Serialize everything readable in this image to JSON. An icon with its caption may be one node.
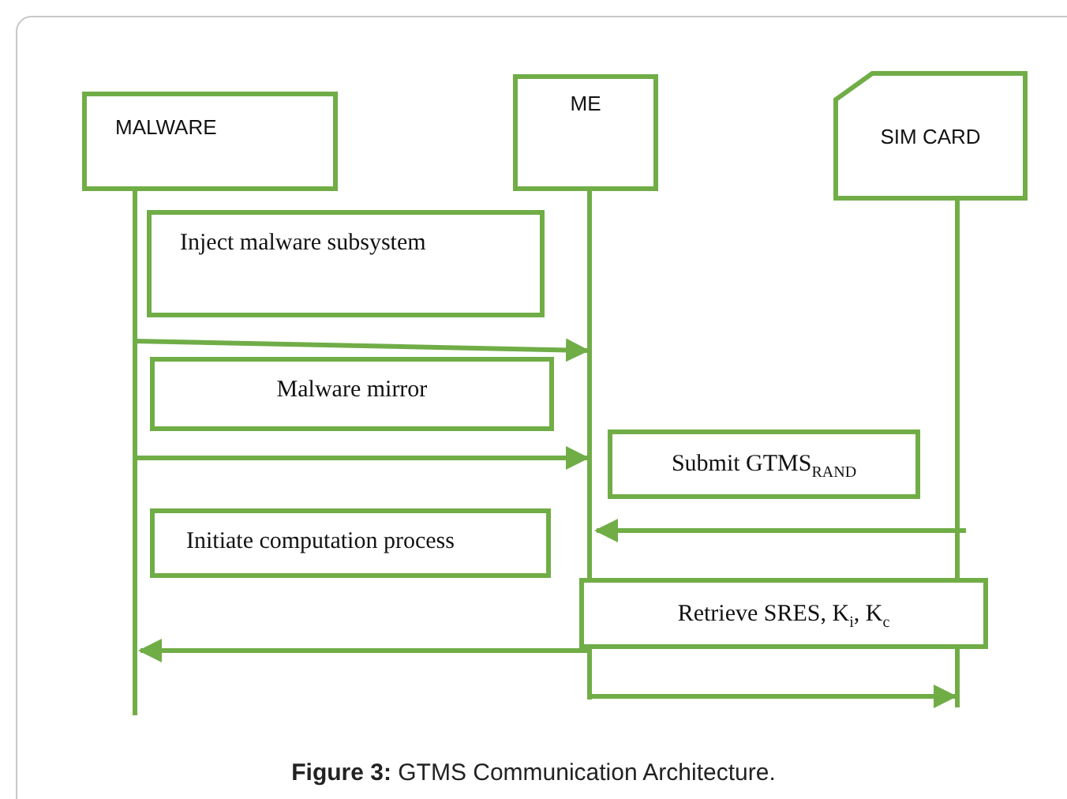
{
  "diagram": {
    "caption": "**Figure 3:** GTMS Communication Architecture.",
    "nodes": [
      {
        "text": [
          "MALWARE"
        ]
      },
      {
        "text": [
          "ME"
        ]
      },
      {
        "text": [
          "SIM CARD"
        ]
      },
      {
        "text": [
          "Inject malware subsystem"
        ]
      },
      {
        "text": [
          "Malware mirror"
        ]
      },
      {
        "text": [
          "Submit GTMS$_{RAND}$"
        ]
      },
      {
        "text": [
          "Initiate computation process"
        ]
      },
      {
        "text": [
          "Retrieve SRES, K$_{i}$, K$_{c}$"
        ]
      }
    ],
    "edges": [
      {
        "from": 0,
        "to": 1,
        "arrow": "to"
      },
      {
        "from": 0,
        "to": 1,
        "arrow": "to"
      },
      {
        "from": 2,
        "to": 1,
        "arrow": "to"
      },
      {
        "from": 1,
        "to": 0,
        "arrow": "to"
      },
      {
        "from": 1,
        "to": 2,
        "arrow": "to"
      }
    ]
  }
}
